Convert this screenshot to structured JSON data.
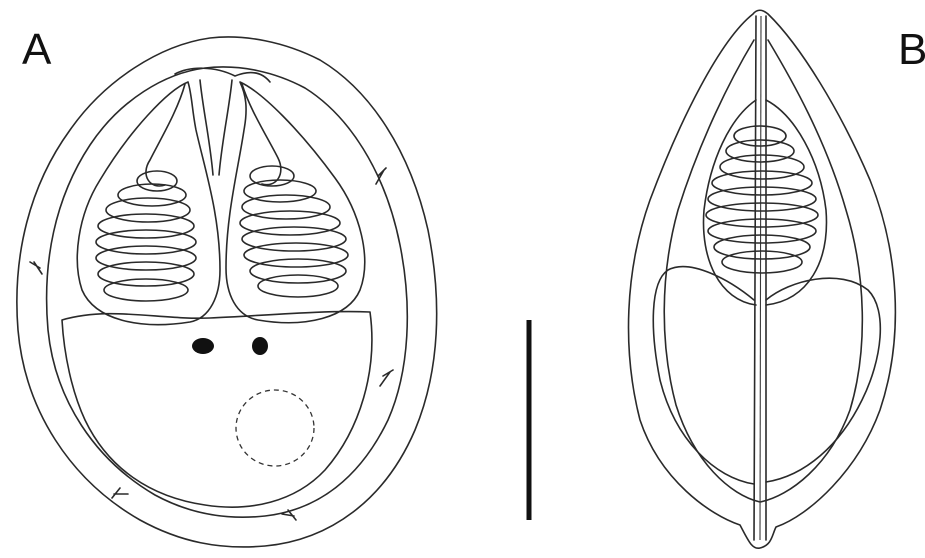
{
  "figure": {
    "panel_labels": {
      "a": "A",
      "b": "B"
    },
    "colors": {
      "ink": "#2a2a2a",
      "background": "#ffffff",
      "scale_bar": "#111111"
    },
    "icons": {
      "egg_front": "egg-front-view-drawing",
      "egg_side": "egg-side-view-drawing",
      "scale_bar": "scale-bar"
    }
  }
}
